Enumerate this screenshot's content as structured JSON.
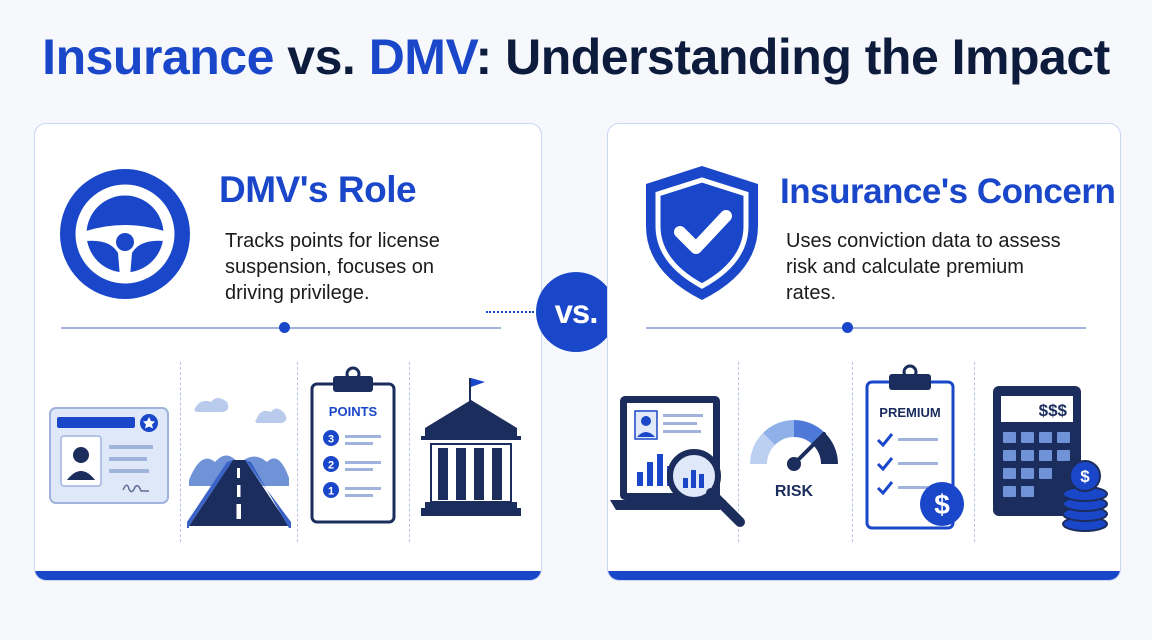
{
  "title": {
    "part1": "Insurance",
    "part2": " vs. ",
    "part3": "DMV",
    "part4": ": Understanding the Impact"
  },
  "left": {
    "heading": "DMV's Role",
    "description": "Tracks points for license suspension, focuses on driving privilege.",
    "clipboard_label": "POINTS",
    "points": [
      "3",
      "2",
      "1"
    ]
  },
  "vs_label": "vs.",
  "right": {
    "heading": "Insurance's Concern",
    "description": "Uses conviction data to assess risk and calculate premium rates.",
    "gauge_label": "RISK",
    "clipboard_label": "PREMIUM",
    "calculator_display": "$$$",
    "dollar_symbol": "$"
  },
  "colors": {
    "primary": "#1a47c9",
    "navy": "#0d1b3d",
    "dark": "#233a7a",
    "light": "#bcd0f2"
  },
  "icons": [
    "steering-wheel-icon",
    "shield-check-icon",
    "id-card-icon",
    "road-icon",
    "clipboard-points-icon",
    "courthouse-icon",
    "laptop-magnifier-icon",
    "risk-gauge-icon",
    "clipboard-premium-icon",
    "calculator-coins-icon"
  ]
}
